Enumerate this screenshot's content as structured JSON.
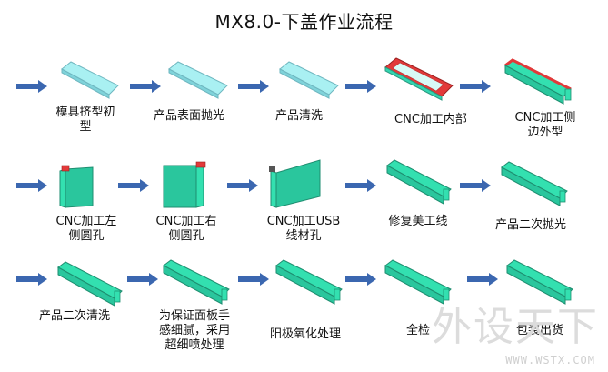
{
  "title": "MX8.0-下盖作业流程",
  "steps": [
    {
      "label": "模具挤型初\n型",
      "shape": "plate-light"
    },
    {
      "label": "产品表面抛光",
      "shape": "plate-light"
    },
    {
      "label": "产品清洗",
      "shape": "plate-light"
    },
    {
      "label": "CNC加工内部",
      "shape": "plate-red"
    },
    {
      "label": "CNC加工侧\n边外型",
      "shape": "tray-redrim"
    },
    {
      "label": "CNC加工左\n侧圆孔",
      "shape": "upright"
    },
    {
      "label": "CNC加工右\n侧圆孔",
      "shape": "upright"
    },
    {
      "label": "CNC加工USB\n线材孔",
      "shape": "upright-usb"
    },
    {
      "label": "修复美工线",
      "shape": "tray"
    },
    {
      "label": "产品二次抛光",
      "shape": "tray"
    },
    {
      "label": "产品二次清洗",
      "shape": "tray"
    },
    {
      "label": "为保证面板手\n感细腻，采用\n超细喷处理",
      "shape": "tray"
    },
    {
      "label": "阳极氧化处理",
      "shape": "tray"
    },
    {
      "label": "全检",
      "shape": "tray"
    },
    {
      "label": "包装出货",
      "shape": "tray"
    }
  ],
  "colors": {
    "arrow": "#3b67b0",
    "plate_light": "#a9f0f2",
    "tray": "#33e0b0",
    "red": "#e23a3a"
  },
  "watermark": {
    "main": "外设天下",
    "sub": "WWW.WSTX.COM"
  }
}
